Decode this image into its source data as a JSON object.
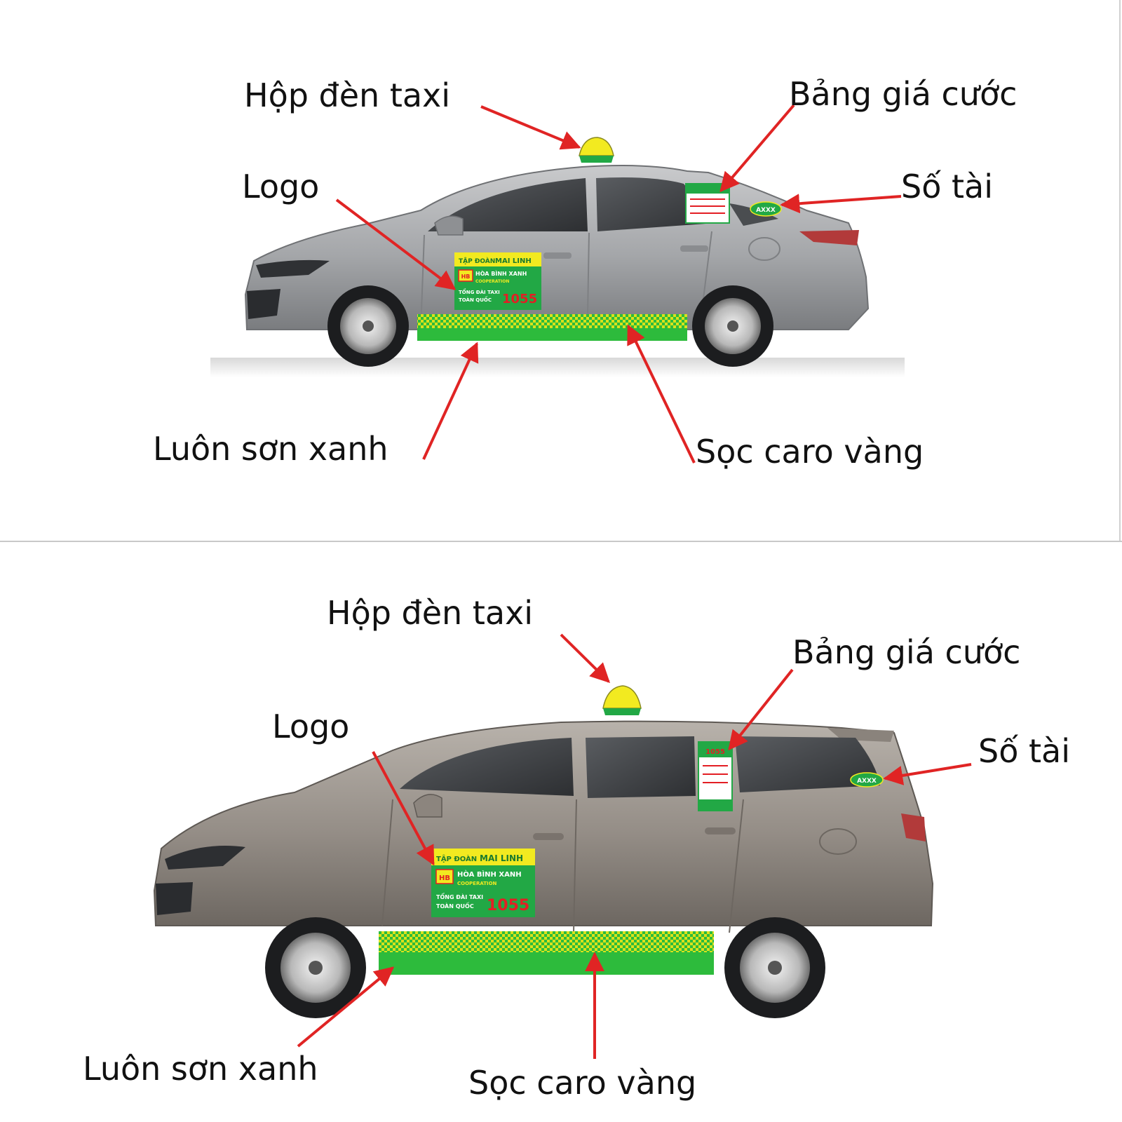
{
  "colors": {
    "arrow": "#e02424",
    "body": "#a7a9ac",
    "body_dark": "#7d7f82",
    "window": "#3b3d40",
    "stripe_green": "#2dbb3c",
    "check_yellow": "#d9e21c",
    "logo_green": "#22a845",
    "logo_yellow": "#f2ea20",
    "hotline_red": "#e31e24"
  },
  "sedan": {
    "labels": {
      "roof_light": "Hộp đèn taxi",
      "fare_table": "Bảng giá cước",
      "logo": "Logo",
      "fleet_no": "Số tài",
      "green_paint": "Luôn sơn xanh",
      "yellow_check": "Sọc caro vàng"
    },
    "decal": {
      "group": "TẬP ĐOÀN",
      "brand": "MAI LINH",
      "hb": "HB",
      "company": "HÒA BÌNH XANH",
      "coop": "COOPERATION",
      "line1": "TỔNG ĐÀI TAXI",
      "line2": "TOÀN QUỐC",
      "hotline": "1055"
    },
    "fleet_badge": "AXXX"
  },
  "mpv": {
    "labels": {
      "roof_light": "Hộp đèn taxi",
      "fare_table": "Bảng giá cước",
      "logo": "Logo",
      "fleet_no": "Số tài",
      "green_paint": "Luôn sơn xanh",
      "yellow_check": "Sọc caro vàng"
    },
    "decal": {
      "group": "TẬP ĐOÀN",
      "brand": "MAI LINH",
      "hb": "HB",
      "company": "HÒA BÌNH XANH",
      "coop": "COOPERATION",
      "line1": "TỔNG ĐÀI TAXI",
      "line2": "TOÀN QUỐC",
      "hotline": "1055"
    },
    "fleet_badge": "AXXX",
    "fare_hotline": "1055"
  }
}
